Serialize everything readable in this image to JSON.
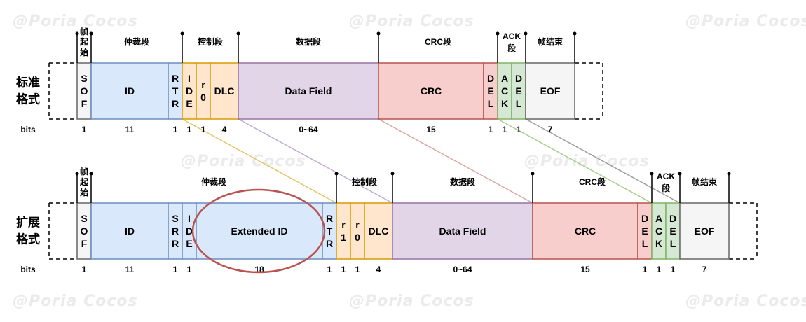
{
  "watermark": "@Poria Cocos",
  "row_labels": {
    "standard": [
      "标准",
      "格式"
    ],
    "extended": [
      "扩展",
      "格式"
    ]
  },
  "bits_label": "bits",
  "colors": {
    "sof_fill": "#f5f5f5",
    "sof_stroke": "#666666",
    "id_fill": "#dae8fc",
    "id_stroke": "#6c8ebf",
    "ctrl_fill": "#ffe6cc",
    "ctrl_stroke": "#d79b00",
    "data_fill": "#e1d5e7",
    "data_stroke": "#9673a6",
    "crc_fill": "#f8cecc",
    "crc_stroke": "#b85450",
    "ack_fill": "#d5e8d4",
    "ack_stroke": "#82b366",
    "eof_fill": "#f5f5f5",
    "eof_stroke": "#666666",
    "highlight_ellipse": "#b85450",
    "link_ctrl": "#e6c565",
    "link_data": "#c3acd6",
    "link_crc": "#dca7a4",
    "link_ack": "#a9d18e",
    "link_eof": "#9e9e9e"
  },
  "standard": {
    "segments": [
      {
        "label": "帧起始",
        "vertical": true
      },
      {
        "label": "仲裁段"
      },
      {
        "label": "控制段"
      },
      {
        "label": "数据段"
      },
      {
        "label": "CRC段"
      },
      {
        "label": "ACK段",
        "stacked": [
          "ACK",
          "段"
        ]
      },
      {
        "label": "帧结束"
      }
    ],
    "fields": [
      {
        "name": "sof",
        "text": "SOF",
        "vertical": true,
        "bits": "1"
      },
      {
        "name": "id",
        "text": "ID",
        "bits": "11"
      },
      {
        "name": "rtr",
        "text": "RTR",
        "vertical": true,
        "bits": "1"
      },
      {
        "name": "ide",
        "text": "IDE",
        "vertical": true,
        "bits": "1"
      },
      {
        "name": "r0",
        "text": "r0",
        "vertical": true,
        "bits": "1"
      },
      {
        "name": "dlc",
        "text": "DLC",
        "bits": "4"
      },
      {
        "name": "data-field",
        "text": "Data Field",
        "bits": "0~64"
      },
      {
        "name": "crc",
        "text": "CRC",
        "bits": "15"
      },
      {
        "name": "crc-del",
        "text": "DEL",
        "vertical": true,
        "bits": "1"
      },
      {
        "name": "ack",
        "text": "ACK",
        "vertical": true,
        "bits": "1"
      },
      {
        "name": "ack-del",
        "text": "DEL",
        "vertical": true,
        "bits": "1"
      },
      {
        "name": "eof",
        "text": "EOF",
        "bits": "7"
      }
    ]
  },
  "extended": {
    "segments": [
      {
        "label": "帧起始",
        "vertical": true
      },
      {
        "label": "仲裁段"
      },
      {
        "label": "控制段"
      },
      {
        "label": "数据段"
      },
      {
        "label": "CRC段"
      },
      {
        "label": "ACK段",
        "stacked": [
          "ACK",
          "段"
        ]
      },
      {
        "label": "帧结束"
      }
    ],
    "fields": [
      {
        "name": "sof",
        "text": "SOF",
        "vertical": true,
        "bits": "1"
      },
      {
        "name": "id",
        "text": "ID",
        "bits": "11"
      },
      {
        "name": "srr",
        "text": "SRR",
        "vertical": true,
        "bits": "1"
      },
      {
        "name": "ide",
        "text": "IDE",
        "vertical": true,
        "bits": "1"
      },
      {
        "name": "extended-id",
        "text": "Extended ID",
        "bits": "18"
      },
      {
        "name": "rtr",
        "text": "RTR",
        "vertical": true,
        "bits": "1"
      },
      {
        "name": "r1",
        "text": "r1",
        "vertical": true,
        "bits": "1"
      },
      {
        "name": "r0",
        "text": "r0",
        "vertical": true,
        "bits": "1"
      },
      {
        "name": "dlc",
        "text": "DLC",
        "bits": "4"
      },
      {
        "name": "data-field",
        "text": "Data Field",
        "bits": "0~64"
      },
      {
        "name": "crc",
        "text": "CRC",
        "bits": "15"
      },
      {
        "name": "crc-del",
        "text": "DEL",
        "vertical": true,
        "bits": "1"
      },
      {
        "name": "ack",
        "text": "ACK",
        "vertical": true,
        "bits": "1"
      },
      {
        "name": "ack-del",
        "text": "DEL",
        "vertical": true,
        "bits": "1"
      },
      {
        "name": "eof",
        "text": "EOF",
        "bits": "7"
      }
    ]
  }
}
